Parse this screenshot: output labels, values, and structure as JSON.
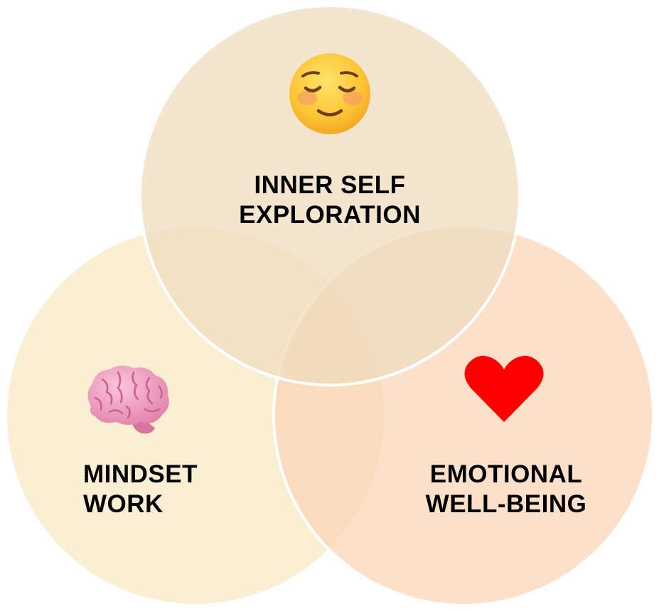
{
  "diagram": {
    "type": "venn",
    "sets": [
      {
        "key": "top",
        "label_lines": [
          "INNER SELF",
          "EXPLORATION"
        ],
        "icon": "relieved-smiling-face-icon",
        "fill": "#f0dcbf",
        "fill_opacity": 0.75
      },
      {
        "key": "left",
        "label_lines": [
          "MINDSET",
          "WORK"
        ],
        "icon": "brain-icon",
        "fill": "#f9ebc7",
        "fill_opacity": 0.8
      },
      {
        "key": "right",
        "label_lines": [
          "EMOTIONAL",
          "WELL-BEING"
        ],
        "icon": "red-heart-icon",
        "fill": "#fbd3b4",
        "fill_opacity": 0.7
      }
    ],
    "colors": {
      "outline": "#ffffff",
      "text": "#000000",
      "heart": "#ff0000",
      "brain": "#f0a3c3",
      "face": "#fbc02d",
      "cheeks": "#f2a26c"
    }
  }
}
